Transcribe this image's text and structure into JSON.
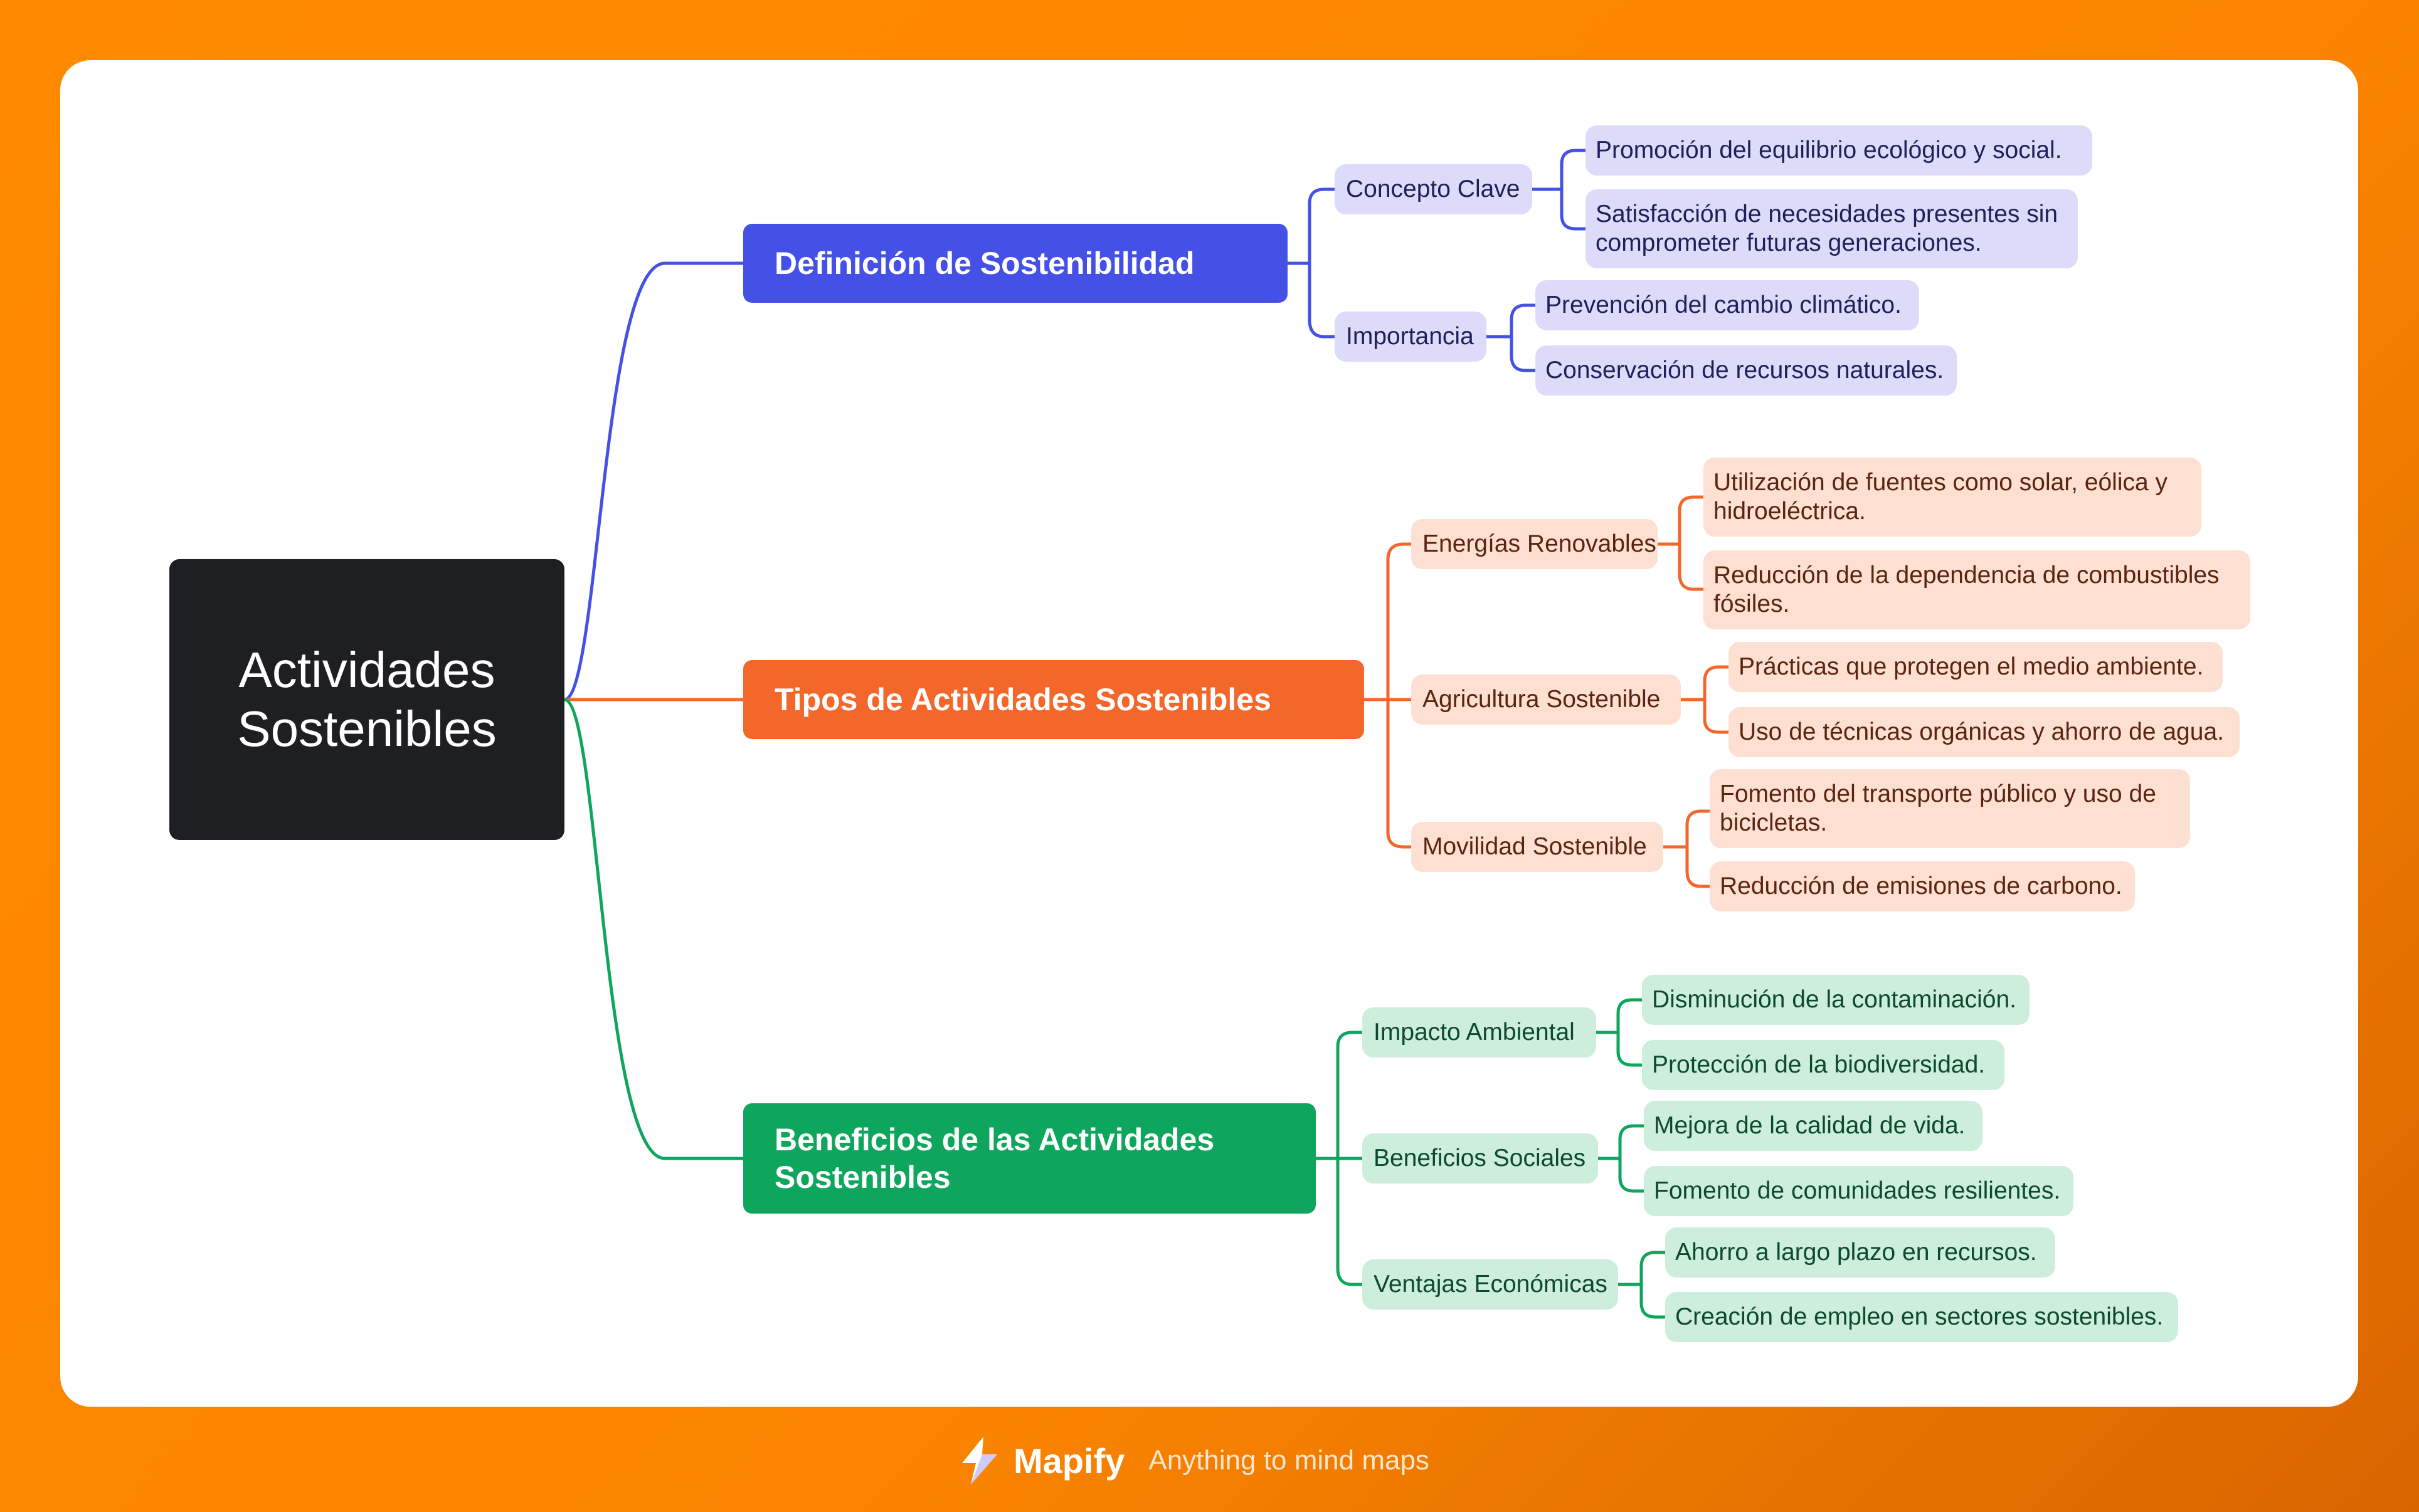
{
  "root": "Actividades Sostenibles",
  "branches": [
    {
      "label": "Definición de Sostenibilidad",
      "color": "#4450e6",
      "subs": [
        {
          "label": "Concepto Clave",
          "leaves": [
            "Promoción del equilibrio ecológico y social.",
            "Satisfacción de necesidades presentes sin comprometer futuras generaciones."
          ]
        },
        {
          "label": "Importancia",
          "leaves": [
            "Prevención del cambio climático.",
            "Conservación de recursos naturales."
          ]
        }
      ]
    },
    {
      "label": "Tipos de Actividades Sostenibles",
      "color": "#f4672b",
      "subs": [
        {
          "label": "Energías Renovables",
          "leaves": [
            "Utilización de fuentes como solar, eólica y hidroeléctrica.",
            "Reducción de la dependencia de combustibles fósiles."
          ]
        },
        {
          "label": "Agricultura Sostenible",
          "leaves": [
            "Prácticas que protegen el medio ambiente.",
            "Uso de técnicas orgánicas y ahorro de agua."
          ]
        },
        {
          "label": "Movilidad Sostenible",
          "leaves": [
            "Fomento del transporte público y uso de bicicletas.",
            "Reducción de emisiones de carbono."
          ]
        }
      ]
    },
    {
      "label": "Beneficios de las Actividades Sostenibles",
      "color": "#0da65c",
      "subs": [
        {
          "label": "Impacto Ambiental",
          "leaves": [
            "Disminución de la contaminación.",
            "Protección de la biodiversidad."
          ]
        },
        {
          "label": "Beneficios Sociales",
          "leaves": [
            "Mejora de la calidad de vida.",
            "Fomento de comunidades resilientes."
          ]
        },
        {
          "label": "Ventajas Económicas",
          "leaves": [
            "Ahorro a largo plazo en recursos.",
            "Creación de empleo en sectores sostenibles."
          ]
        }
      ]
    }
  ],
  "footer": {
    "brand": "Mapify",
    "tagline": "Anything to mind maps"
  },
  "colors": {
    "background": "#fb8500",
    "card": "#ffffff",
    "root": "#1e1f23"
  }
}
